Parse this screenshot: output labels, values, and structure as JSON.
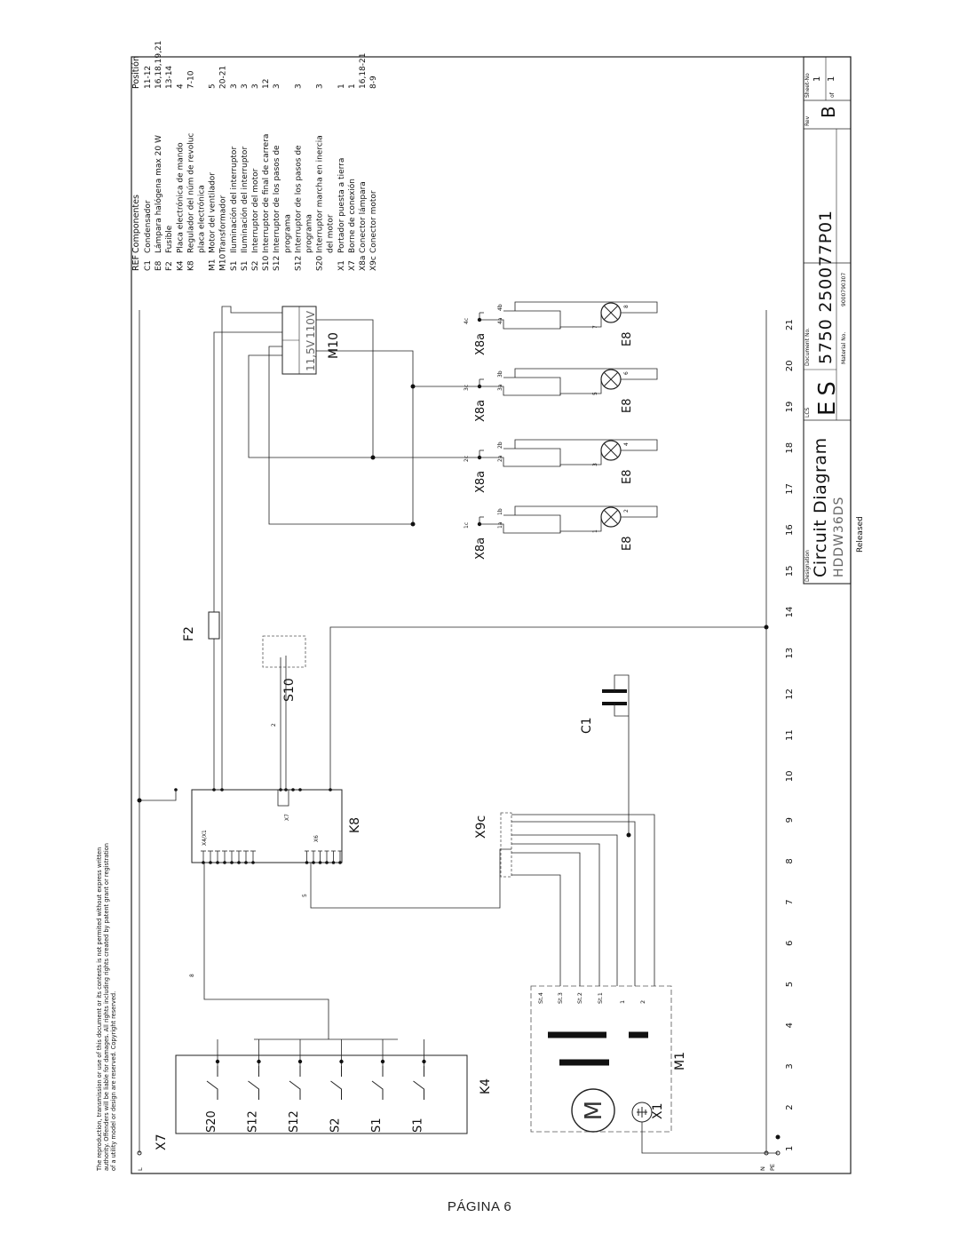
{
  "copyright": [
    "The reproduction, transmission or use of this document or its contests is not permited without express written",
    "authority. Offenders will be liable for damages. All rights including rights created by patent grant or registration",
    "of a utility model or design are reserved. Copyright reserved."
  ],
  "legend": {
    "header": {
      "ref": "REF",
      "comp": "Componentes",
      "pos": "Positión"
    },
    "rows": [
      {
        "ref": "C1",
        "comp": "Condensador",
        "pos": "11-12"
      },
      {
        "ref": "E8",
        "comp": "Lámpara halógena max 20 W",
        "pos": "16,18,19,21"
      },
      {
        "ref": "F2",
        "comp": "Fusible",
        "pos": "13-14"
      },
      {
        "ref": "K4",
        "comp": "Placa electrónica de mando",
        "pos": "4"
      },
      {
        "ref": "K8",
        "comp": "Regulador del núm de revoluc",
        "pos": "7-10"
      },
      {
        "ref": "",
        "comp": "placa electrónica",
        "pos": ""
      },
      {
        "ref": "M1",
        "comp": "Motor del ventilador",
        "pos": "5"
      },
      {
        "ref": "M10",
        "comp": "Transformador",
        "pos": "20-21"
      },
      {
        "ref": "S1",
        "comp": "Iluminación del interruptor",
        "pos": "3"
      },
      {
        "ref": "S1",
        "comp": "Iluminación del interruptor",
        "pos": "3"
      },
      {
        "ref": "S2",
        "comp": "Interruptor del motor",
        "pos": "3"
      },
      {
        "ref": "S10",
        "comp": "Interruptor de final de carrera",
        "pos": "12"
      },
      {
        "ref": "S12",
        "comp": "Interruptor de los pasos de",
        "pos": "3"
      },
      {
        "ref": "",
        "comp": "programa",
        "pos": ""
      },
      {
        "ref": "S12",
        "comp": "Interruptor de los pasos de",
        "pos": "3"
      },
      {
        "ref": "",
        "comp": "programa",
        "pos": ""
      },
      {
        "ref": "S20",
        "comp": "Interruptor marcha en inercia",
        "pos": "3"
      },
      {
        "ref": "",
        "comp": "del motor",
        "pos": ""
      },
      {
        "ref": "X1",
        "comp": "Portador puesta a tierra",
        "pos": "1"
      },
      {
        "ref": "X7",
        "comp": "Borne de conexión",
        "pos": "1"
      },
      {
        "ref": "X8a",
        "comp": "Conector lámpara",
        "pos": "16,18-21"
      },
      {
        "ref": "X9c",
        "comp": "Conector motor",
        "pos": "8-9"
      }
    ]
  },
  "title_block": {
    "designation_label": "Designation",
    "title": "Circuit Diagram",
    "model": "HDDW36DS",
    "lcs_label": "LCS",
    "lcs": "ES",
    "docno_label": "Document No.",
    "doc_no": "5750 250077P01",
    "material_label": "Material No.",
    "material_no": "9000790307",
    "rev_label": "Rev",
    "rev": "B",
    "sheet_label": "Sheet-No",
    "sheet_no": "1",
    "of_label": "of",
    "of_no": "1",
    "status": "Released"
  },
  "grid_numbers": [
    "1",
    "2",
    "3",
    "4",
    "5",
    "6",
    "7",
    "8",
    "9",
    "10",
    "11",
    "12",
    "13",
    "14",
    "15",
    "16",
    "17",
    "18",
    "19",
    "20",
    "21"
  ],
  "rails": {
    "l": "L",
    "n": "N",
    "pe": "PE"
  },
  "labels": {
    "x7": "X7",
    "k4": "K4",
    "m1": "M1",
    "x1": "X1",
    "k8": "K8",
    "x9c": "X9c",
    "c1": "C1",
    "s10": "S10",
    "f2": "F2",
    "m10": "M10",
    "v115": "11,5V",
    "v110": "110V",
    "x8a": "X8a",
    "e8": "E8",
    "k4_switches": [
      "S20",
      "S12",
      "S12",
      "S2",
      "S1",
      "S1"
    ],
    "k8_x4": "X4/X1",
    "k8_x7": "X7",
    "k8_x6": "X6",
    "m1_pins": [
      "St.4",
      "St.3",
      "St.2",
      "St.1",
      "1",
      "2"
    ],
    "x8a_groups": [
      {
        "top": "1c",
        "a": "1a",
        "b": "1b",
        "l1": "1",
        "l2": "2"
      },
      {
        "top": "2c",
        "a": "2a",
        "b": "2b",
        "l1": "3",
        "l2": "4"
      },
      {
        "top": "3c",
        "a": "3a",
        "b": "3b",
        "l1": "5",
        "l2": "6"
      },
      {
        "top": "4c",
        "a": "4a",
        "b": "4b",
        "l1": "7",
        "l2": "8"
      }
    ],
    "wire_counts": {
      "w8": "8",
      "w5": "5",
      "w2": "2"
    }
  },
  "page_number": "PÁGINA 6"
}
